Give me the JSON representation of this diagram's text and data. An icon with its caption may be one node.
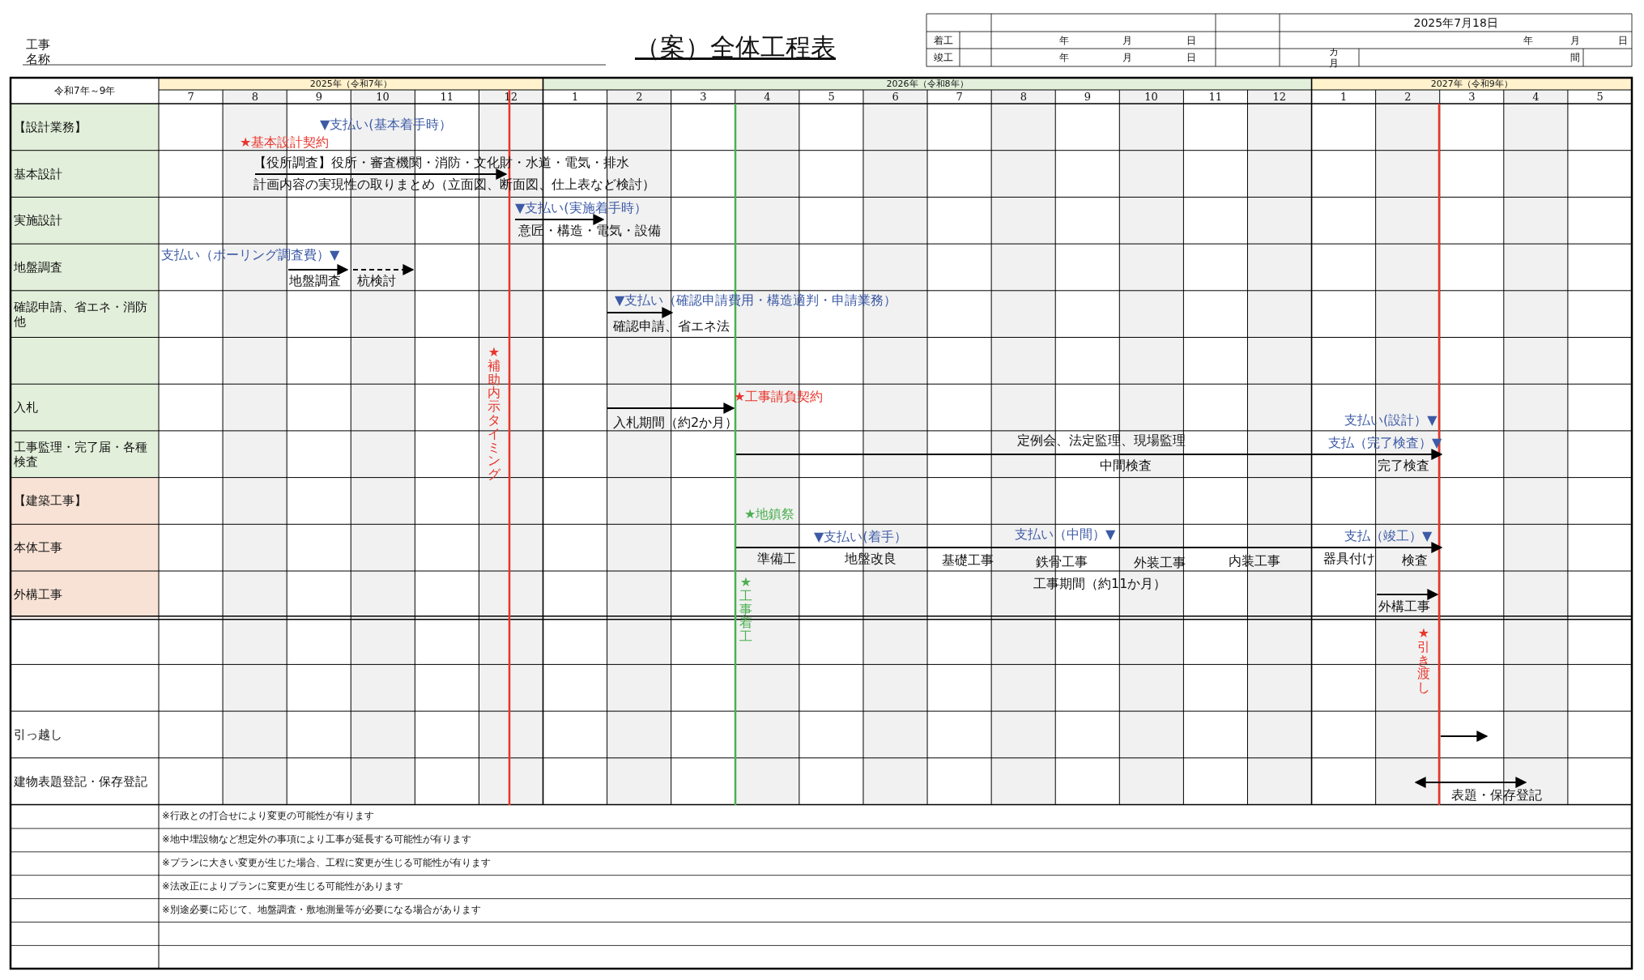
{
  "diagram": {
    "title": "（案）全体工程表",
    "labels": [
      "工事名称",
      "2025年7月18日",
      "着工",
      "年",
      "月",
      "日",
      "年",
      "月",
      "日",
      "竣工",
      "年",
      "月",
      "日",
      "カ月",
      "間",
      "令和7年～9年",
      "2025年（令和7年）",
      "2026年（令和8年）",
      "2027年（令和9年）",
      "7",
      "8",
      "9",
      "10",
      "11",
      "12",
      "1",
      "2",
      "3",
      "4",
      "5",
      "6",
      "7",
      "8",
      "9",
      "10",
      "11",
      "12",
      "1",
      "2",
      "3",
      "4",
      "5",
      "【設計業務】",
      "基本設計",
      "実施設計",
      "地盤調査",
      "確認申請、省エネ・消防他",
      "入札",
      "工事監理・完了届・各種検査",
      "【建築工事】",
      "本体工事",
      "外構工事",
      "引っ越し",
      "建物表題登記・保存登記",
      "▼支払い(基本着手時）",
      "★基本設計契約",
      "【役所調査】役所・審査機関・消防・文化財・水道・電気・排水",
      "計画内容の実現性の取りまとめ（立面図、断面図、仕上表など検討）",
      "▼支払い(実施着手時）",
      "意匠・構造・電気・設備",
      "支払い（ボーリング調査費）▼",
      "地盤調査",
      "杭検討",
      "▼支払い（確認申請費用・構造適判・申請業務）",
      "確認申請、省エネ法",
      "★補助内示タイミング",
      "★工事請負契約",
      "入札期間（約2か月）",
      "支払い(設計）▼",
      "定例会、法定監理、現場監理",
      "支払（完了検査）▼",
      "中間検査",
      "完了検査",
      "★地鎮祭",
      "▼支払い(着手）",
      "支払い（中間）▼",
      "支払（竣工）▼",
      "準備工",
      "地盤改良",
      "基礎工事",
      "鉄骨工事",
      "外装工事",
      "内装工事",
      "器具付け",
      "検査",
      "★工事着工",
      "工事期間（約11か月）",
      "外構工事",
      "★引き渡し",
      "表題・保存登記",
      "※行政との打合せにより変更の可能性が有ります",
      "※地中埋設物など想定外の事項により工事が延長する可能性が有ります",
      "※プランに大きい変更が生じた場合、工程に変更が生じる可能性が有ります",
      "※法改正によりプランに変更が生じる可能性があります",
      "※別途必要に応じて、地盤調査・敷地測量等が必要になる場合があります"
    ]
  }
}
